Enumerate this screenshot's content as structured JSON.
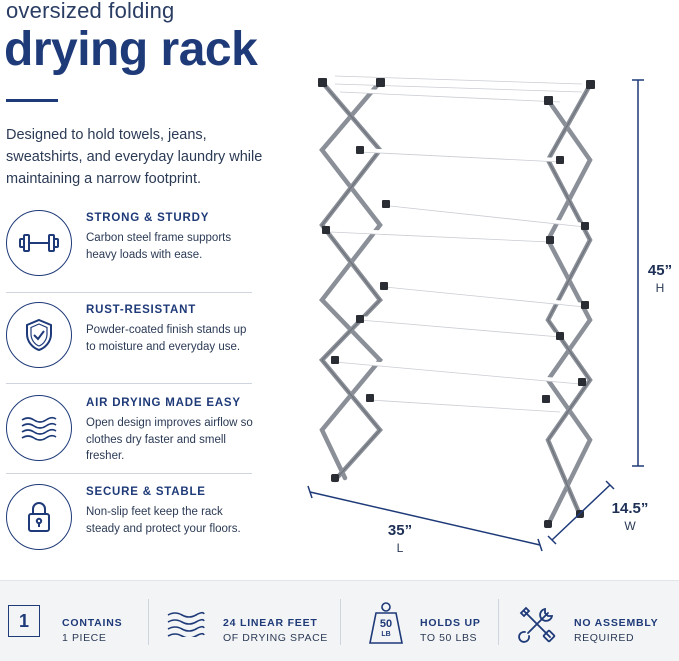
{
  "header": {
    "subtitle": "oversized folding",
    "title": "drying rack"
  },
  "description": "Designed to hold towels, jeans, sweatshirts, and everyday laundry while maintaining a narrow footprint.",
  "features": [
    {
      "title": "STRONG & STURDY",
      "text": "Carbon steel frame supports heavy loads with ease.",
      "icon": "dumbbell-icon"
    },
    {
      "title": "RUST-RESISTANT",
      "text": "Powder-coated finish stands up to moisture and everyday use.",
      "icon": "shield-check-icon"
    },
    {
      "title": "AIR DRYING MADE EASY",
      "text": "Open design improves airflow so clothes dry faster and smell fresher.",
      "icon": "airflow-icon"
    },
    {
      "title": "SECURE & STABLE",
      "text": "Non-slip feet keep the rack steady and protect your floors.",
      "icon": "lock-icon"
    }
  ],
  "dimensions": {
    "height": {
      "value": "45”",
      "unit": "H"
    },
    "width": {
      "value": "35”",
      "unit": "L"
    },
    "depth": {
      "value": "14.5”",
      "unit": "W"
    }
  },
  "bottom_bar": [
    {
      "icon": "number-one-icon",
      "icon_text": "1",
      "title": "CONTAINS",
      "sub": "1 PIECE"
    },
    {
      "icon": "airflow-icon",
      "title": "24 LINEAR FEET",
      "sub": "OF DRYING SPACE"
    },
    {
      "icon": "weight-icon",
      "icon_text": "50",
      "icon_sub": "LB",
      "title": "HOLDS UP",
      "sub": "TO 50 LBS"
    },
    {
      "icon": "tools-icon",
      "title": "NO ASSEMBLY",
      "sub": "REQUIRED"
    }
  ],
  "colors": {
    "brand": "#1e3a78",
    "text": "#2b3a55",
    "frame": "#8a8f98",
    "rod": "#ffffff"
  }
}
